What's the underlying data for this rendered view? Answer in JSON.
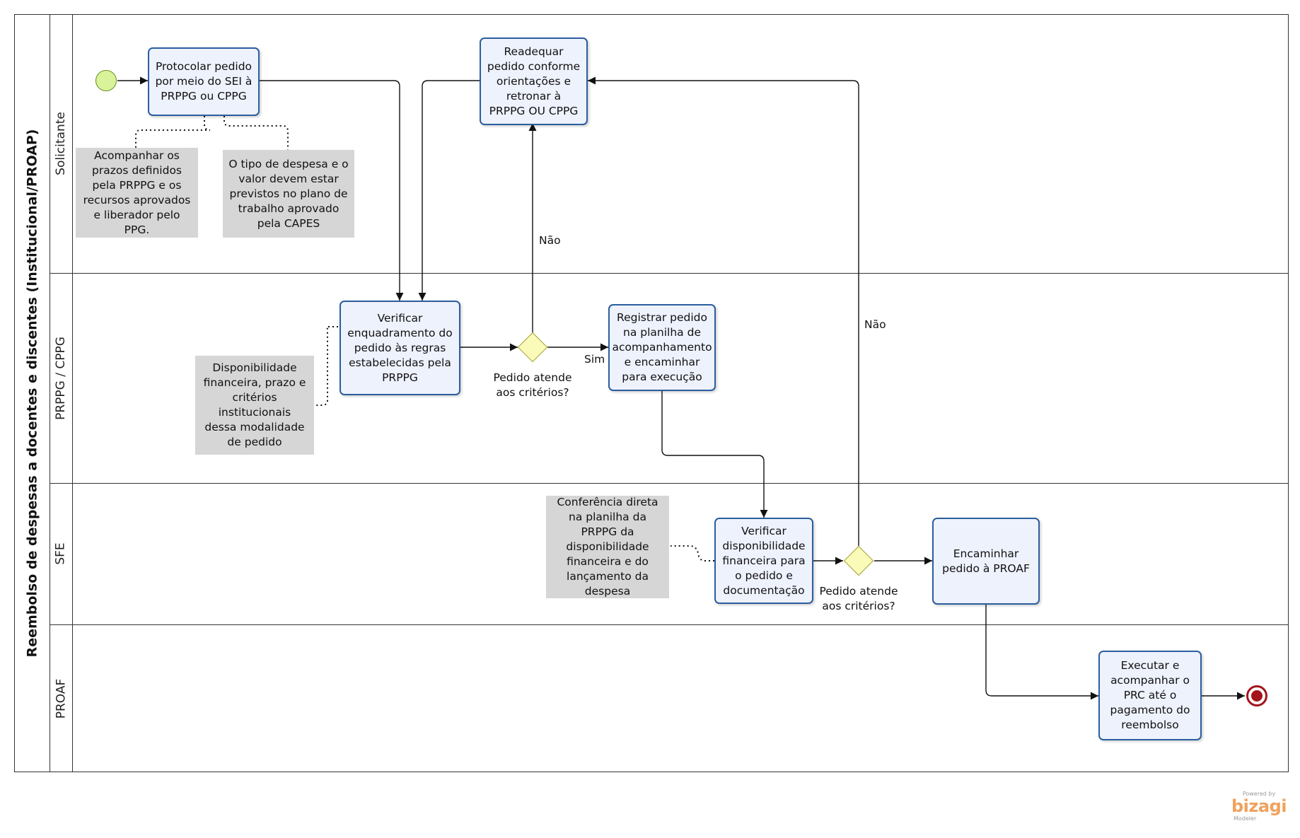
{
  "pool": {
    "title": "Reembolso de despesas a docentes e discentes (Institucional/PROAP)"
  },
  "lanes": [
    {
      "label": "Solicitante"
    },
    {
      "label": "PRPPG / CPPG"
    },
    {
      "label": "SFE"
    },
    {
      "label": "PROAF"
    }
  ],
  "tasks": {
    "protocolar": "Protocolar pedido por meio do SEI à PRPPG ou CPPG",
    "readequar": "Readequar pedido conforme orientações e retronar à PRPPG OU CPPG",
    "verificar_enquadramento": "Verificar enquadramento do pedido às regras estabelecidas pela PRPPG",
    "registrar": "Registrar pedido na planilha de acompanhamento e encaminhar para execução",
    "verificar_disponibilidade": "Verificar disponibilidade financeira para o pedido e documentação",
    "encaminhar_proaf": "Encaminhar pedido à PROAF",
    "executar": "Executar e acompanhar o PRC até o pagamento do reembolso"
  },
  "notes": {
    "acompanhar_prazos": "Acompanhar os prazos definidos pela PRPPG e os recursos aprovados e liberador pelo PPG.",
    "tipo_despesa": "O tipo de despesa e o valor devem estar previstos no plano de trabalho aprovado pela CAPES",
    "disponibilidade": "Disponibilidade financeira, prazo e critérios institucionais dessa modalidade de pedido",
    "conferencia": "Conferência direta na planilha da PRPPG da disponibilidade financeira e do lançamento da despesa"
  },
  "gateways": {
    "g1": "Pedido atende aos critérios?",
    "g2": "Pedido atende aos critérios?"
  },
  "edge_labels": {
    "nao_1": "Não",
    "sim": "Sim",
    "nao_2": "Não"
  },
  "watermark": {
    "powered_by": "Powered by",
    "brand": "bizagi",
    "product": "Modeler"
  },
  "colors": {
    "task_fill": "#eef2fd",
    "task_border": "#2b5e9e",
    "note_fill": "#d6d6d6",
    "gateway_fill": "#fbfbb9",
    "start_fill": "#d8f39a",
    "end_color": "#a3141b"
  }
}
